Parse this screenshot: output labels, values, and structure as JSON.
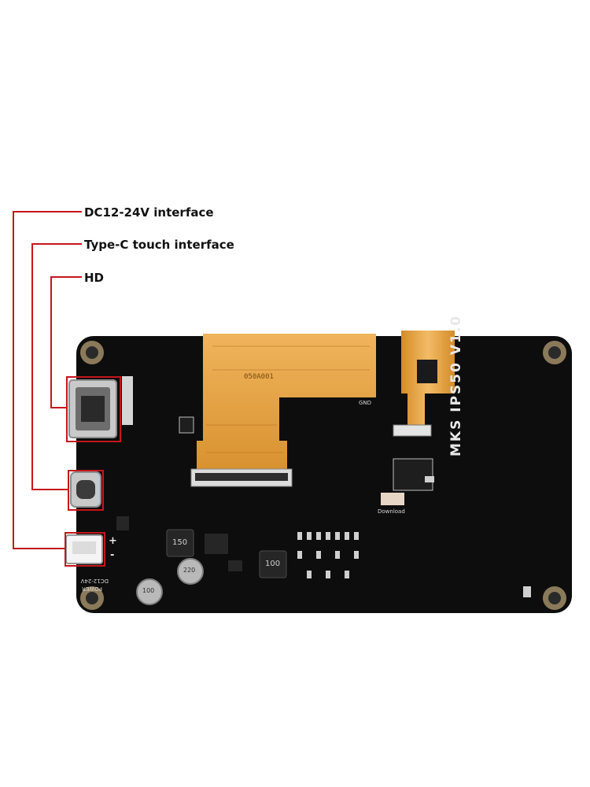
{
  "callouts": [
    {
      "label": "DC12-24V interface",
      "port": "power-connector"
    },
    {
      "label": "Type-C touch interface",
      "port": "type-c-port"
    },
    {
      "label": "HD",
      "port": "hdmi-port"
    }
  ],
  "board": {
    "model_text": "MKS IPS50 V1.0",
    "power_silk": "DC12-24V",
    "power_label": "POWER",
    "fpc_code": "050A001",
    "inductor_a": "150",
    "inductor_b": "100",
    "cap_a": "100",
    "cap_b": "220",
    "download_label": "Download",
    "gnd_label": "GND",
    "plus": "+",
    "minus": "-"
  },
  "colors": {
    "callout": "#c4161c",
    "pcb": "#0d0d0d",
    "flex_cable": "#e3a24a",
    "silkscreen": "#e8e8e8"
  }
}
